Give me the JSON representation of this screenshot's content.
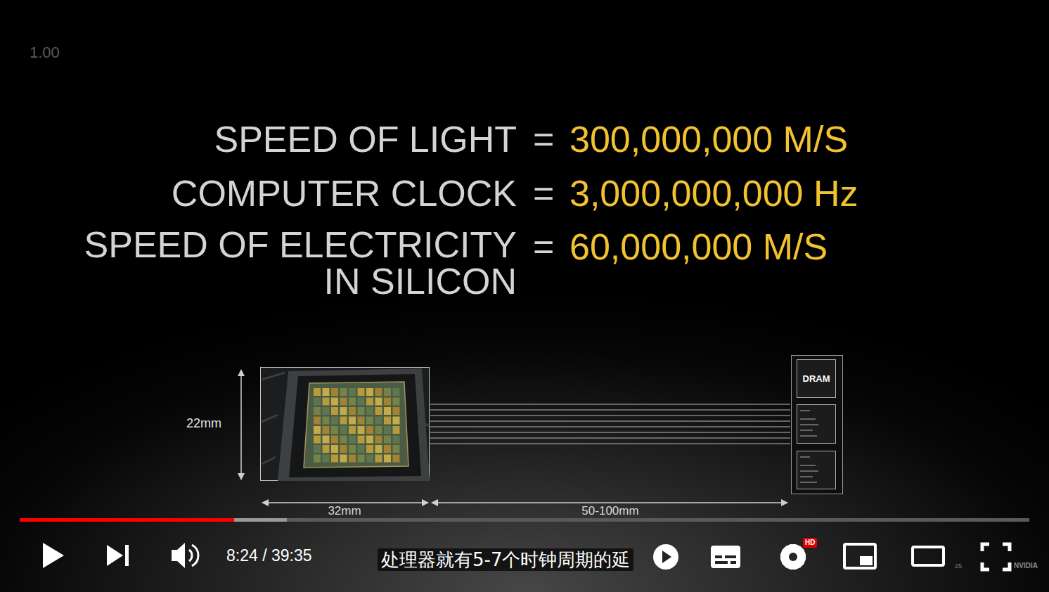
{
  "diagram": {
    "nodes": [
      {
        "text": [
          "DRAM"
        ]
      }
    ],
    "labels": [
      "1.00",
      "SPEED OF LIGHT",
      "=",
      "300,000,000 M/S",
      "COMPUTER CLOCK",
      "=",
      "3,000,000,000 Hz",
      "SPEED OF ELECTRICITY IN SILICON",
      "=",
      "60,000,000 M/S",
      "22mm",
      "32mm",
      "50-100mm",
      "8:24 / 39:35",
      "处理器就有5-7个时钟周期的延",
      "HD",
      "25",
      "NVIDIA"
    ]
  }
}
